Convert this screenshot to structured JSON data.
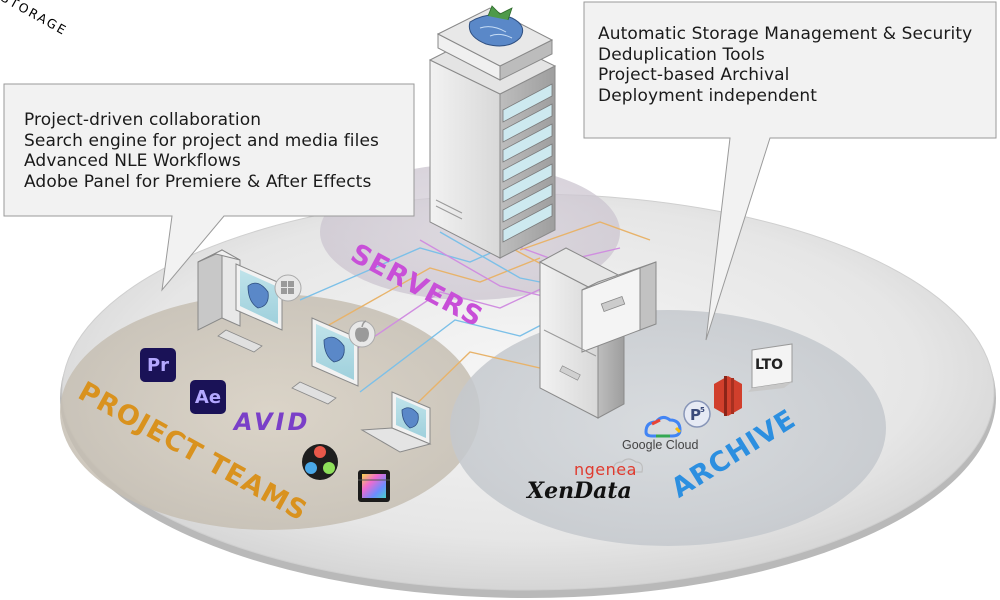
{
  "left_callout": {
    "lines": [
      "Project-driven collaboration",
      "Search engine for project and media files",
      "Advanced NLE Workflows",
      "Adobe Panel for Premiere & After Effects"
    ]
  },
  "right_callout": {
    "lines": [
      "Automatic Storage Management & Security",
      "Deduplication Tools",
      "Project-based Archival",
      "Deployment independent"
    ]
  },
  "zones": {
    "servers": "SERVERS",
    "project_teams": "PROJECT TEAMS",
    "archive": "ARCHIVE"
  },
  "storage_label": "STORAGE",
  "apps": {
    "premiere": "Pr",
    "after_effects": "Ae",
    "avid": "AVID",
    "davinci_icon": "davinci-resolve-icon",
    "final_cut_icon": "final-cut-pro-icon"
  },
  "archive_logos": {
    "google_cloud": "Google Cloud",
    "ngenea": "ngenea",
    "xendata": "XenData",
    "lto": "LTO",
    "p5_icon": "p5-archive-icon",
    "aws_icon": "amazon-s3-icon"
  },
  "os_icons": {
    "windows": "windows-icon",
    "apple": "apple-icon"
  },
  "colors": {
    "servers": "#c84fd8",
    "project_teams": "#d9921e",
    "archive": "#2c8fe0",
    "premiere_bg": "#1a1257",
    "avid": "#7a3fc8",
    "ngenea": "#e03a2e",
    "aws": "#d13f2c"
  }
}
